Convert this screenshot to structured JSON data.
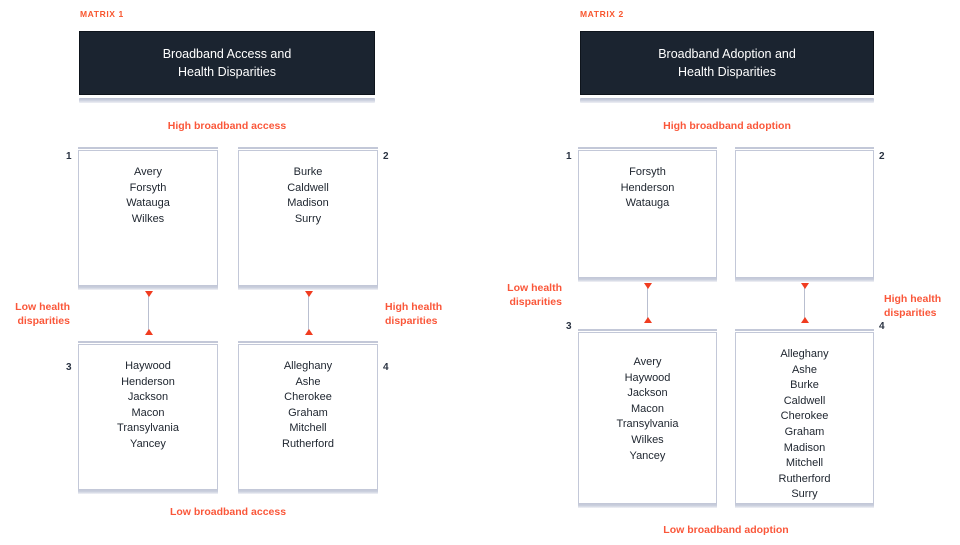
{
  "page": {
    "background": "#ffffff",
    "accent_color": "#fa573a",
    "title_card_color": "#1b2430",
    "border_color": "#c3c8d8"
  },
  "matrices": [
    {
      "eyebrow": "MATRIX 1",
      "title_line_1": "Broadband Access and",
      "title_line_2": "Health Disparities",
      "top_label": "High broadband access",
      "bottom_label": "Low broadband access",
      "left_label_line_1": "Low health",
      "left_label_line_2": "disparities",
      "right_label_line_1": "High health",
      "right_label_line_2": "disparities",
      "quadrants": [
        {
          "number": "1",
          "counties": [
            "Avery",
            "Forsyth",
            "Watauga",
            "Wilkes"
          ]
        },
        {
          "number": "2",
          "counties": [
            "Burke",
            "Caldwell",
            "Madison",
            "Surry"
          ]
        },
        {
          "number": "3",
          "counties": [
            "Haywood",
            "Henderson",
            "Jackson",
            "Macon",
            "Transylvania",
            "Yancey"
          ]
        },
        {
          "number": "4",
          "counties": [
            "Alleghany",
            "Ashe",
            "Cherokee",
            "Graham",
            "Mitchell",
            "Rutherford"
          ]
        }
      ]
    },
    {
      "eyebrow": "MATRIX 2",
      "title_line_1": "Broadband Adoption and",
      "title_line_2": "Health Disparities",
      "top_label": "High broadband adoption",
      "bottom_label": "Low broadband adoption",
      "left_label_line_1": "Low health",
      "left_label_line_2": "disparities",
      "right_label_line_1": "High health",
      "right_label_line_2": "disparities",
      "quadrants": [
        {
          "number": "1",
          "counties": [
            "Forsyth",
            "Henderson",
            "Watauga"
          ]
        },
        {
          "number": "2",
          "counties": []
        },
        {
          "number": "3",
          "counties": [
            "Avery",
            "Haywood",
            "Jackson",
            "Macon",
            "Transylvania",
            "Wilkes",
            "Yancey"
          ]
        },
        {
          "number": "4",
          "counties": [
            "Alleghany",
            "Ashe",
            "Burke",
            "Caldwell",
            "Cherokee",
            "Graham",
            "Madison",
            "Mitchell",
            "Rutherford",
            "Surry"
          ]
        }
      ]
    }
  ]
}
